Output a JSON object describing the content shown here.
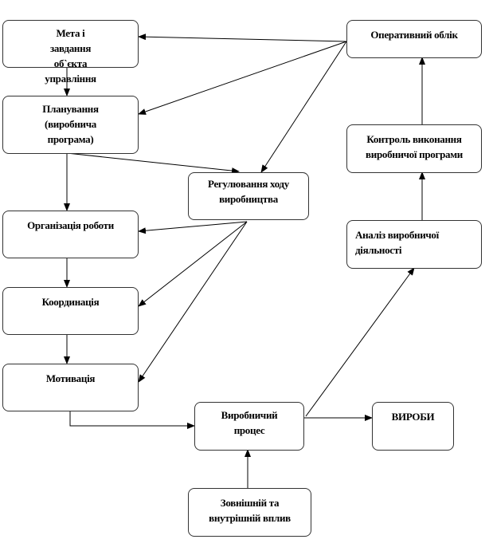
{
  "nodes": {
    "goal": "Мета і завдання об`єкта управління",
    "operational_accounting": "Оперативний облік",
    "planning": "Планування (виробнича програма)",
    "control": "Контроль виконання виробничої програми",
    "regulation": "Регулювання ходу виробництва",
    "organization": "Організація роботи",
    "analysis": "Аналіз виробничої діяльності",
    "coordination": "Координація",
    "motivation": "Мотивація",
    "production_process": "Виробничий процес",
    "products": "ВИРОБИ",
    "influence": "Зовнішній та внутрішній вплив"
  }
}
